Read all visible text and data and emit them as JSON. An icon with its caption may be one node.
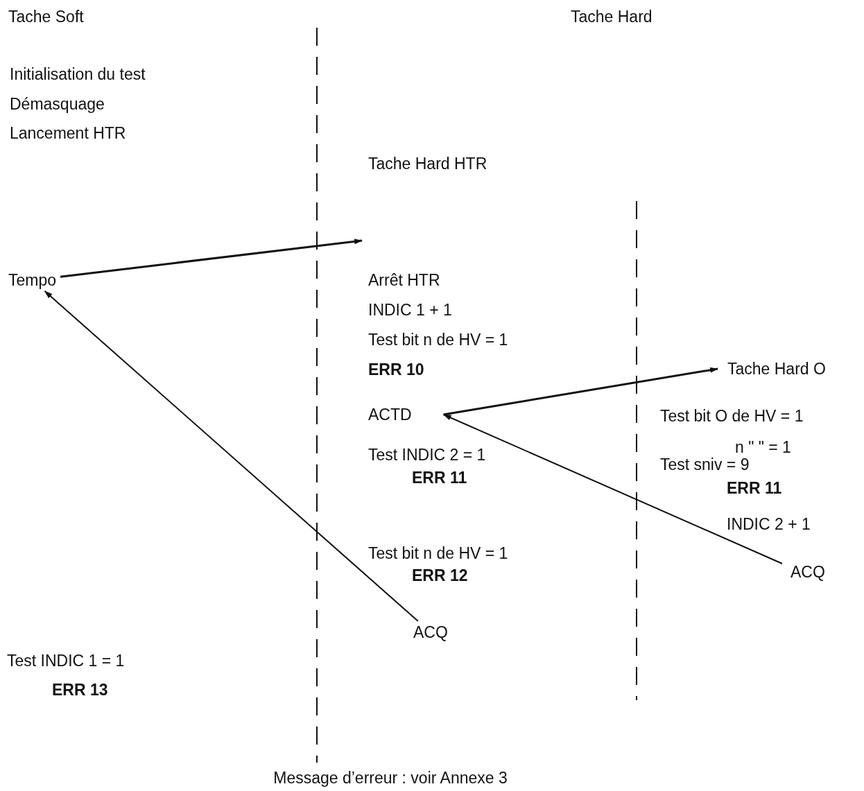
{
  "diagram": {
    "caption": "Message d’erreur : voir Annexe 3",
    "nodes": [
      {
        "text": [
          "Tempo"
        ]
      },
      {
        "text": [
          "Tache Hard O"
        ]
      },
      {
        "text": [
          "ACTD"
        ]
      },
      {
        "text": [
          "ACQ"
        ]
      },
      {
        "text": [
          "ACQ"
        ]
      }
    ],
    "edges": [
      {
        "from": 0,
        "to": null,
        "arrow": "to"
      },
      {
        "from": 2,
        "to": 1,
        "arrow": "to"
      },
      {
        "from": 3,
        "to": 2,
        "arrow": "to"
      },
      {
        "from": 4,
        "to": 0,
        "arrow": "to"
      }
    ],
    "labels": [
      "Tache Soft",
      "Tache Hard",
      "Initialisation du test",
      "Démasquage",
      "Lancement HTR",
      "Tache Hard HTR",
      "Arrêt HTR",
      "INDIC 1 + 1",
      "Test bit n de HV = 1",
      "ERR 10",
      "Test INDIC 2 = 1",
      "ERR 11",
      "Test bit O de HV = 1",
      "n \" \" = 1",
      "Test sniv = 9",
      "ERR 11",
      "INDIC 2 + 1",
      "Test bit n de HV = 1",
      "ERR 12",
      "Test INDIC 1 = 1",
      "ERR 13"
    ]
  }
}
